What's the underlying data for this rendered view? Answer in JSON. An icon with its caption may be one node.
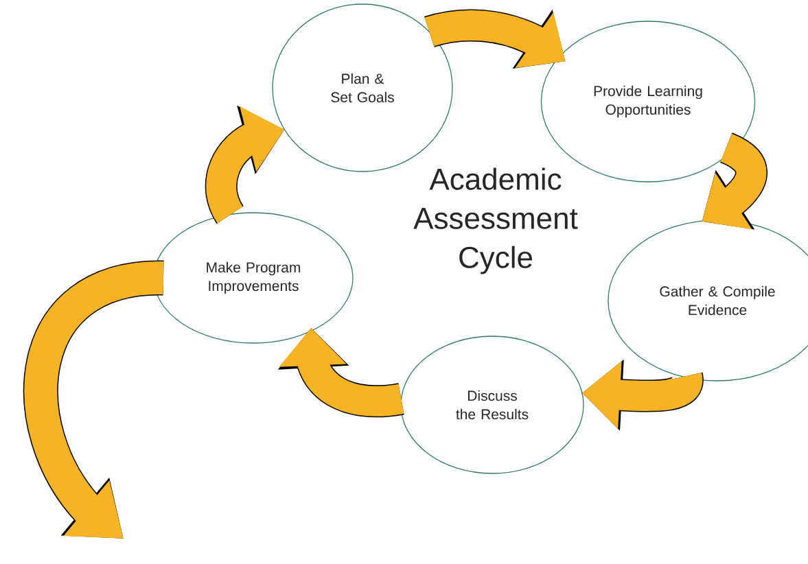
{
  "diagram": {
    "title": "Academic Assessment Cycle",
    "nodes": [
      {
        "text": [
          "Plan & Set Goals"
        ]
      },
      {
        "text": [
          "Provide Learning Opportunities"
        ]
      },
      {
        "text": [
          "Gather & Compile Evidence"
        ]
      },
      {
        "text": [
          "Discuss the Results"
        ]
      },
      {
        "text": [
          "Make Program Improvements"
        ]
      }
    ],
    "edges": [
      {
        "from": 0,
        "to": 1,
        "arrow": "to"
      },
      {
        "from": 1,
        "to": 2,
        "arrow": "to"
      },
      {
        "from": 2,
        "to": 3,
        "arrow": "to"
      },
      {
        "from": 3,
        "to": 4,
        "arrow": "to"
      },
      {
        "from": 4,
        "to": 0,
        "arrow": "to"
      },
      {
        "from": 4,
        "to": null,
        "arrow": "to"
      }
    ]
  }
}
